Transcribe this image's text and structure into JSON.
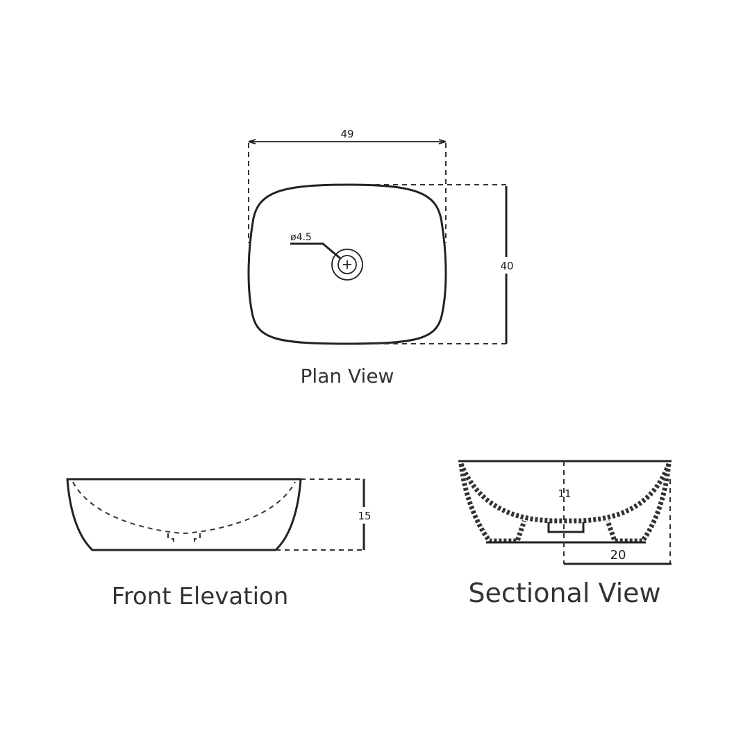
{
  "plan_view": {
    "caption": "Plan View",
    "width_label": "49",
    "depth_label": "40",
    "drain_label": "ø4.5"
  },
  "front_elevation": {
    "caption": "Front Elevation",
    "height_label": "15"
  },
  "sectional_view": {
    "caption": "Sectional View",
    "inner_depth_label": "11",
    "base_label": "20"
  }
}
